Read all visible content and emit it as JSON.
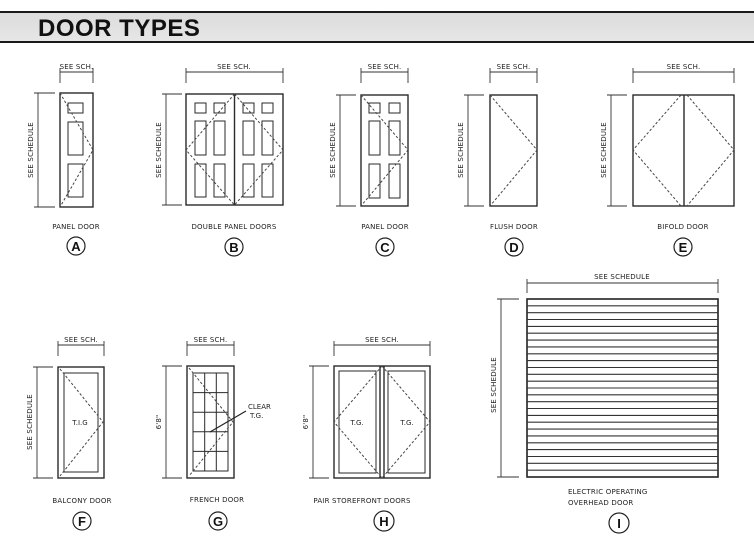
{
  "header": {
    "title": "DOOR TYPES"
  },
  "colors": {
    "line": "#2a2a2a",
    "dash": "#444444",
    "title_bg": "#e0e0e0"
  },
  "doors": [
    {
      "tag": "A",
      "label": "PANEL DOOR",
      "width_dim": "SEE SCH.",
      "height_dim": "SEE SCHEDULE"
    },
    {
      "tag": "B",
      "label": "DOUBLE PANEL DOORS",
      "width_dim": "SEE SCH.",
      "height_dim": "SEE SCHEDULE"
    },
    {
      "tag": "C",
      "label": "PANEL DOOR",
      "width_dim": "SEE SCH.",
      "height_dim": "SEE SCHEDULE"
    },
    {
      "tag": "D",
      "label": "FLUSH DOOR",
      "width_dim": "SEE SCH.",
      "height_dim": "SEE SCHEDULE"
    },
    {
      "tag": "E",
      "label": "BIFOLD DOOR",
      "width_dim": "SEE SCH.",
      "height_dim": "SEE SCHEDULE"
    },
    {
      "tag": "F",
      "label": "BALCONY DOOR",
      "width_dim": "SEE SCH.",
      "height_dim": "SEE SCHEDULE",
      "glass_note": "T.I.G"
    },
    {
      "tag": "G",
      "label": "FRENCH DOOR",
      "width_dim": "SEE SCH.",
      "height_dim": "6'8\"",
      "callout_line1": "CLEAR",
      "callout_line2": "T.G."
    },
    {
      "tag": "H",
      "label": "PAIR STOREFRONT DOORS",
      "width_dim": "SEE SCH.",
      "height_dim": "6'8\"",
      "glass_left": "T.G.",
      "glass_right": "T.G."
    },
    {
      "tag": "I",
      "label_line1": "ELECTRIC OPERATING",
      "label_line2": "OVERHEAD DOOR",
      "width_dim": "SEE SCHEDULE",
      "height_dim": "SEE SCHEDULE"
    }
  ]
}
